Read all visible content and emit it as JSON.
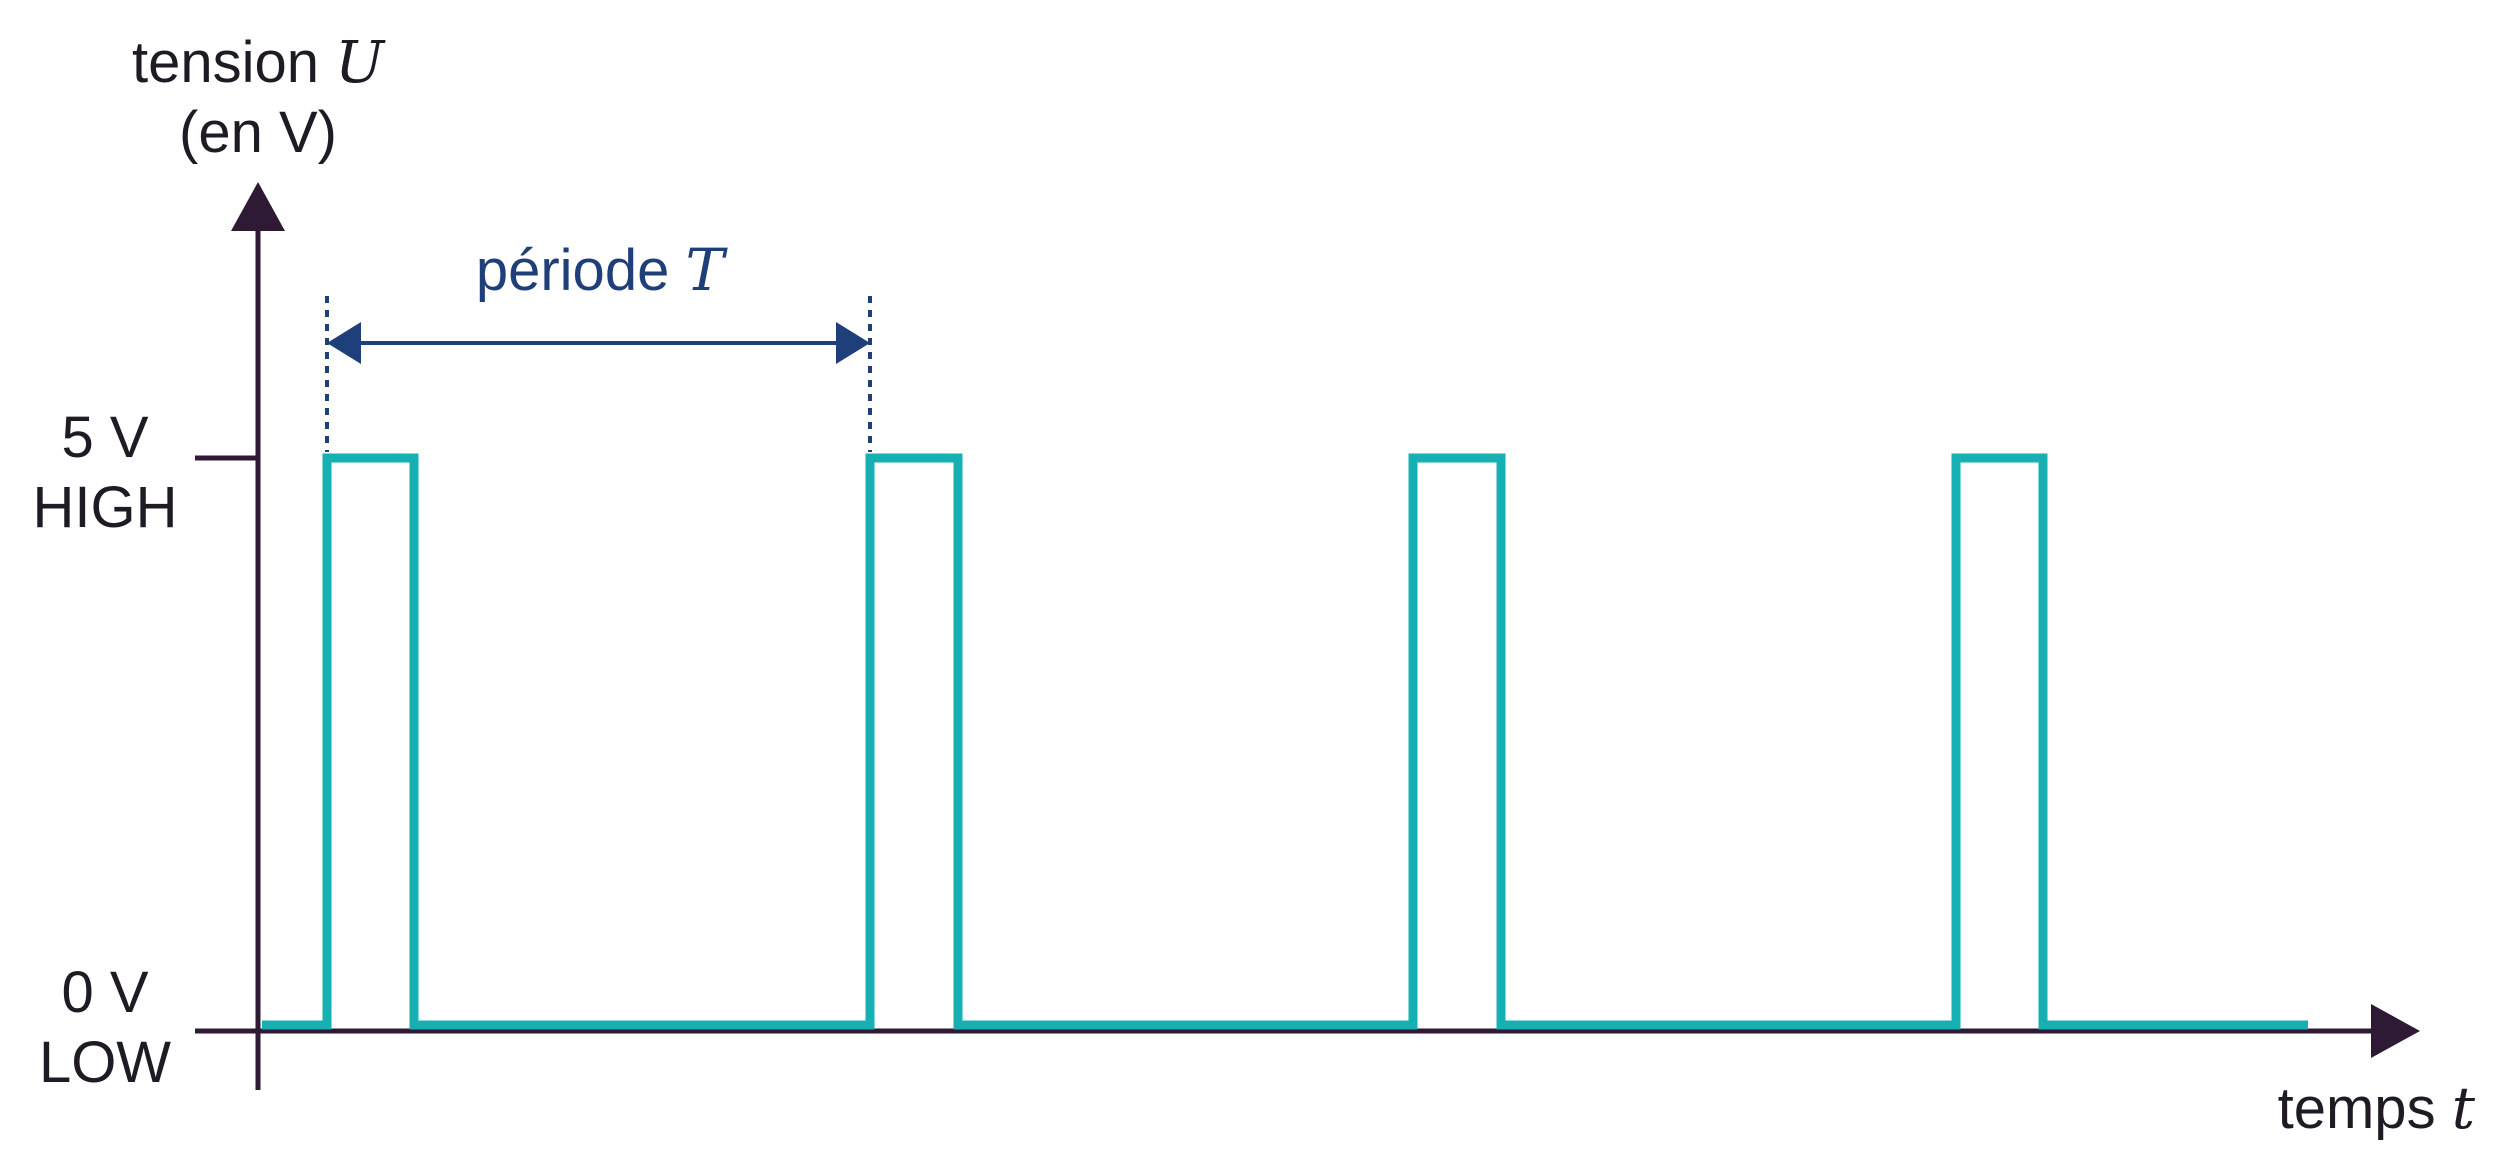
{
  "diagram": {
    "colors": {
      "axis": "#2e1a35",
      "signal": "#16afb2",
      "annotation": "#1e3f7a",
      "text": "#1f1a24"
    },
    "y_axis": {
      "label_line1_text": "tension ",
      "label_line1_var": "U",
      "label_line2": "(en V)"
    },
    "x_axis": {
      "label_text": "temps ",
      "label_var": "t"
    },
    "levels": {
      "high_value": "5 V",
      "high_name": "HIGH",
      "low_value": "0 V",
      "low_name": "LOW"
    },
    "period": {
      "label_text": "période ",
      "label_var": "T"
    },
    "signal": {
      "type": "square-wave",
      "pulses": 4,
      "levels_volts": [
        0,
        5
      ]
    }
  }
}
